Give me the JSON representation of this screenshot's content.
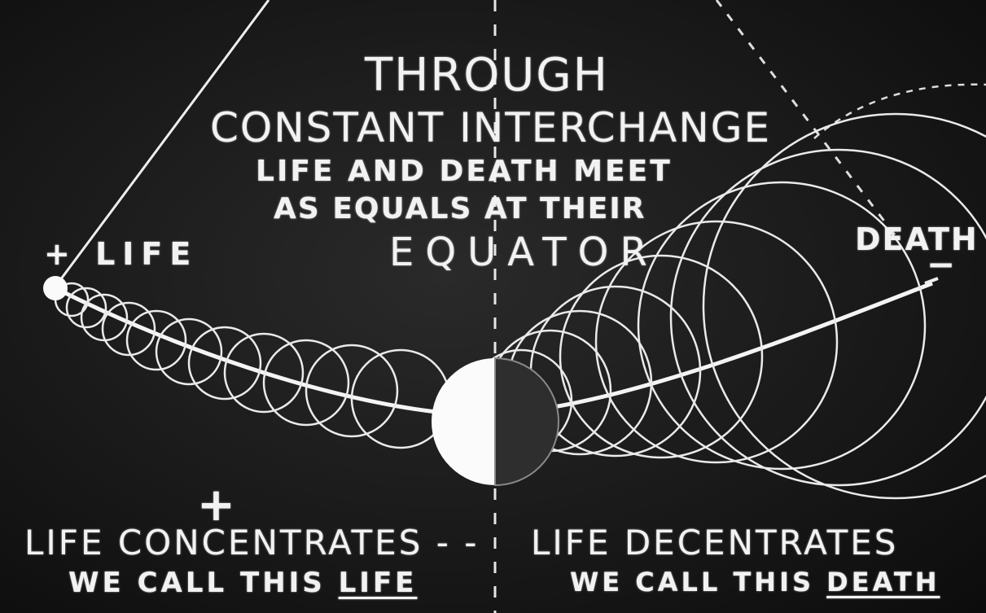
{
  "title": {
    "line1": "THROUGH",
    "line2": "CONSTANT INTERCHANGE",
    "line3": "LIFE AND DEATH MEET",
    "line4": "AS EQUALS AT THEIR",
    "line5": "EQUATOR"
  },
  "poles": {
    "life_label": "+ LIFE",
    "death_label": "DEATH",
    "death_sign": "−"
  },
  "bottom": {
    "plus_sign": "+",
    "left_line1": "LIFE CONCENTRATES - -",
    "left_line2_prefix": "WE CALL THIS ",
    "left_line2_emph": "LIFE",
    "right_line1": "LIFE DECENTRATES",
    "right_line2_prefix": "WE CALL THIS ",
    "right_line2_emph": "DEATH"
  },
  "colors": {
    "background": "#151515",
    "chalk": "#f2f2f2"
  }
}
